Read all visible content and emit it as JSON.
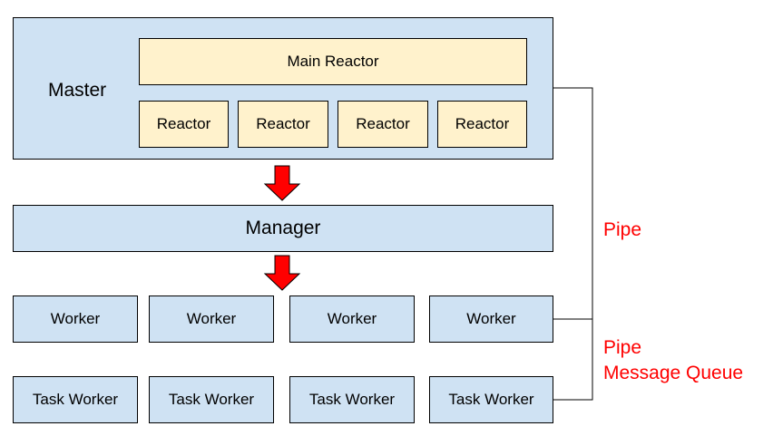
{
  "master": {
    "label": "Master",
    "main_reactor": "Main Reactor",
    "reactors": [
      "Reactor",
      "Reactor",
      "Reactor",
      "Reactor"
    ]
  },
  "manager": {
    "label": "Manager"
  },
  "workers": [
    "Worker",
    "Worker",
    "Worker",
    "Worker"
  ],
  "task_workers": [
    "Task Worker",
    "Task Worker",
    "Task Worker",
    "Task Worker"
  ],
  "annotations": {
    "pipe": "Pipe",
    "pipe_mq_line1": "Pipe",
    "pipe_mq_line2": "Message Queue"
  },
  "colors": {
    "box_blue": "#cfe2f3",
    "box_yellow": "#fff2cc",
    "arrow_red": "#ff0000",
    "annotation_red": "#ff0000"
  }
}
